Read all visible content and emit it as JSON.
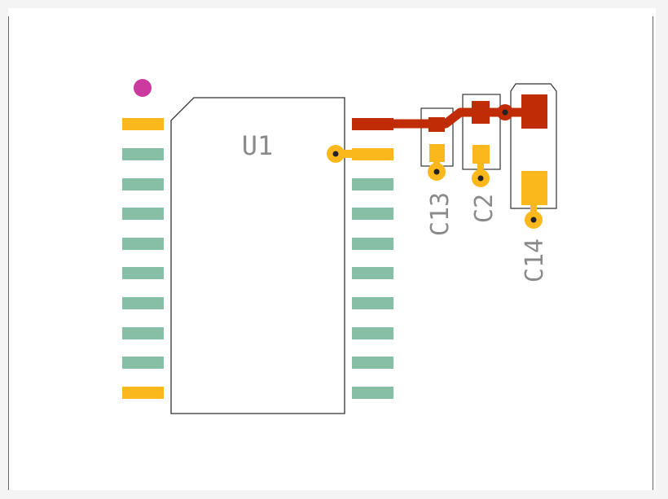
{
  "board": {
    "component_labels": {
      "u1": "U1",
      "c13": "C13",
      "c2": "C2",
      "c14": "C14"
    },
    "colors": {
      "background": "#f4f4f4",
      "canvas": "#ffffff",
      "outline": "#333333",
      "silkscreen_text": "#8a8a8a",
      "pad_normal": "#86bea6",
      "pad_highlight": "#fbb81c",
      "trace": "#c02c06",
      "pin1_marker": "#cc3a9f",
      "via_drill": "#222222"
    }
  }
}
